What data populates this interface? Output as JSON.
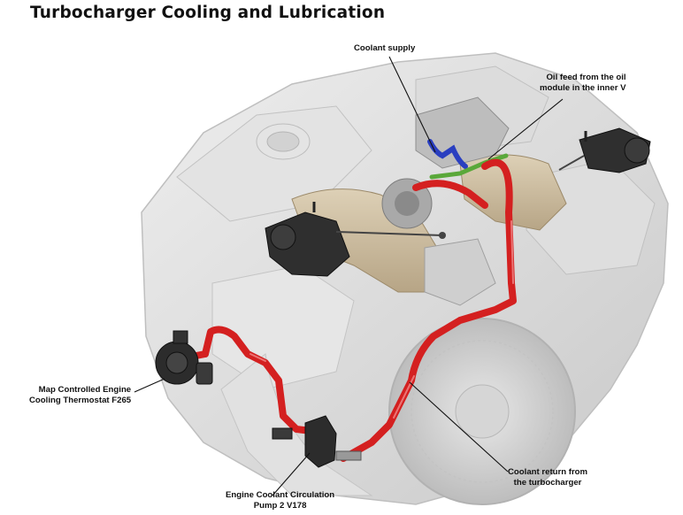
{
  "title": "Turbocharger Cooling and Lubrication",
  "labels": {
    "coolant_supply": "Coolant supply",
    "oil_feed": {
      "line1": "Oil feed from the oil",
      "line2": "module in the inner V"
    },
    "thermostat": {
      "line1": "Map Controlled Engine",
      "line2": "Cooling Thermostat F265"
    },
    "pump": {
      "line1": "Engine Coolant Circulation",
      "line2": "Pump 2 V178"
    },
    "coolant_return": {
      "line1": "Coolant return from",
      "line2": "the turbocharger"
    }
  },
  "colors": {
    "coolant_line": "#d42020",
    "coolant_supply_line": "#2a3fc0",
    "oil_line": "#5aa83a",
    "engine_ghost": "#d9d9d9",
    "heat_shield": "#c8b89a",
    "component_dark": "#2b2b2b"
  }
}
